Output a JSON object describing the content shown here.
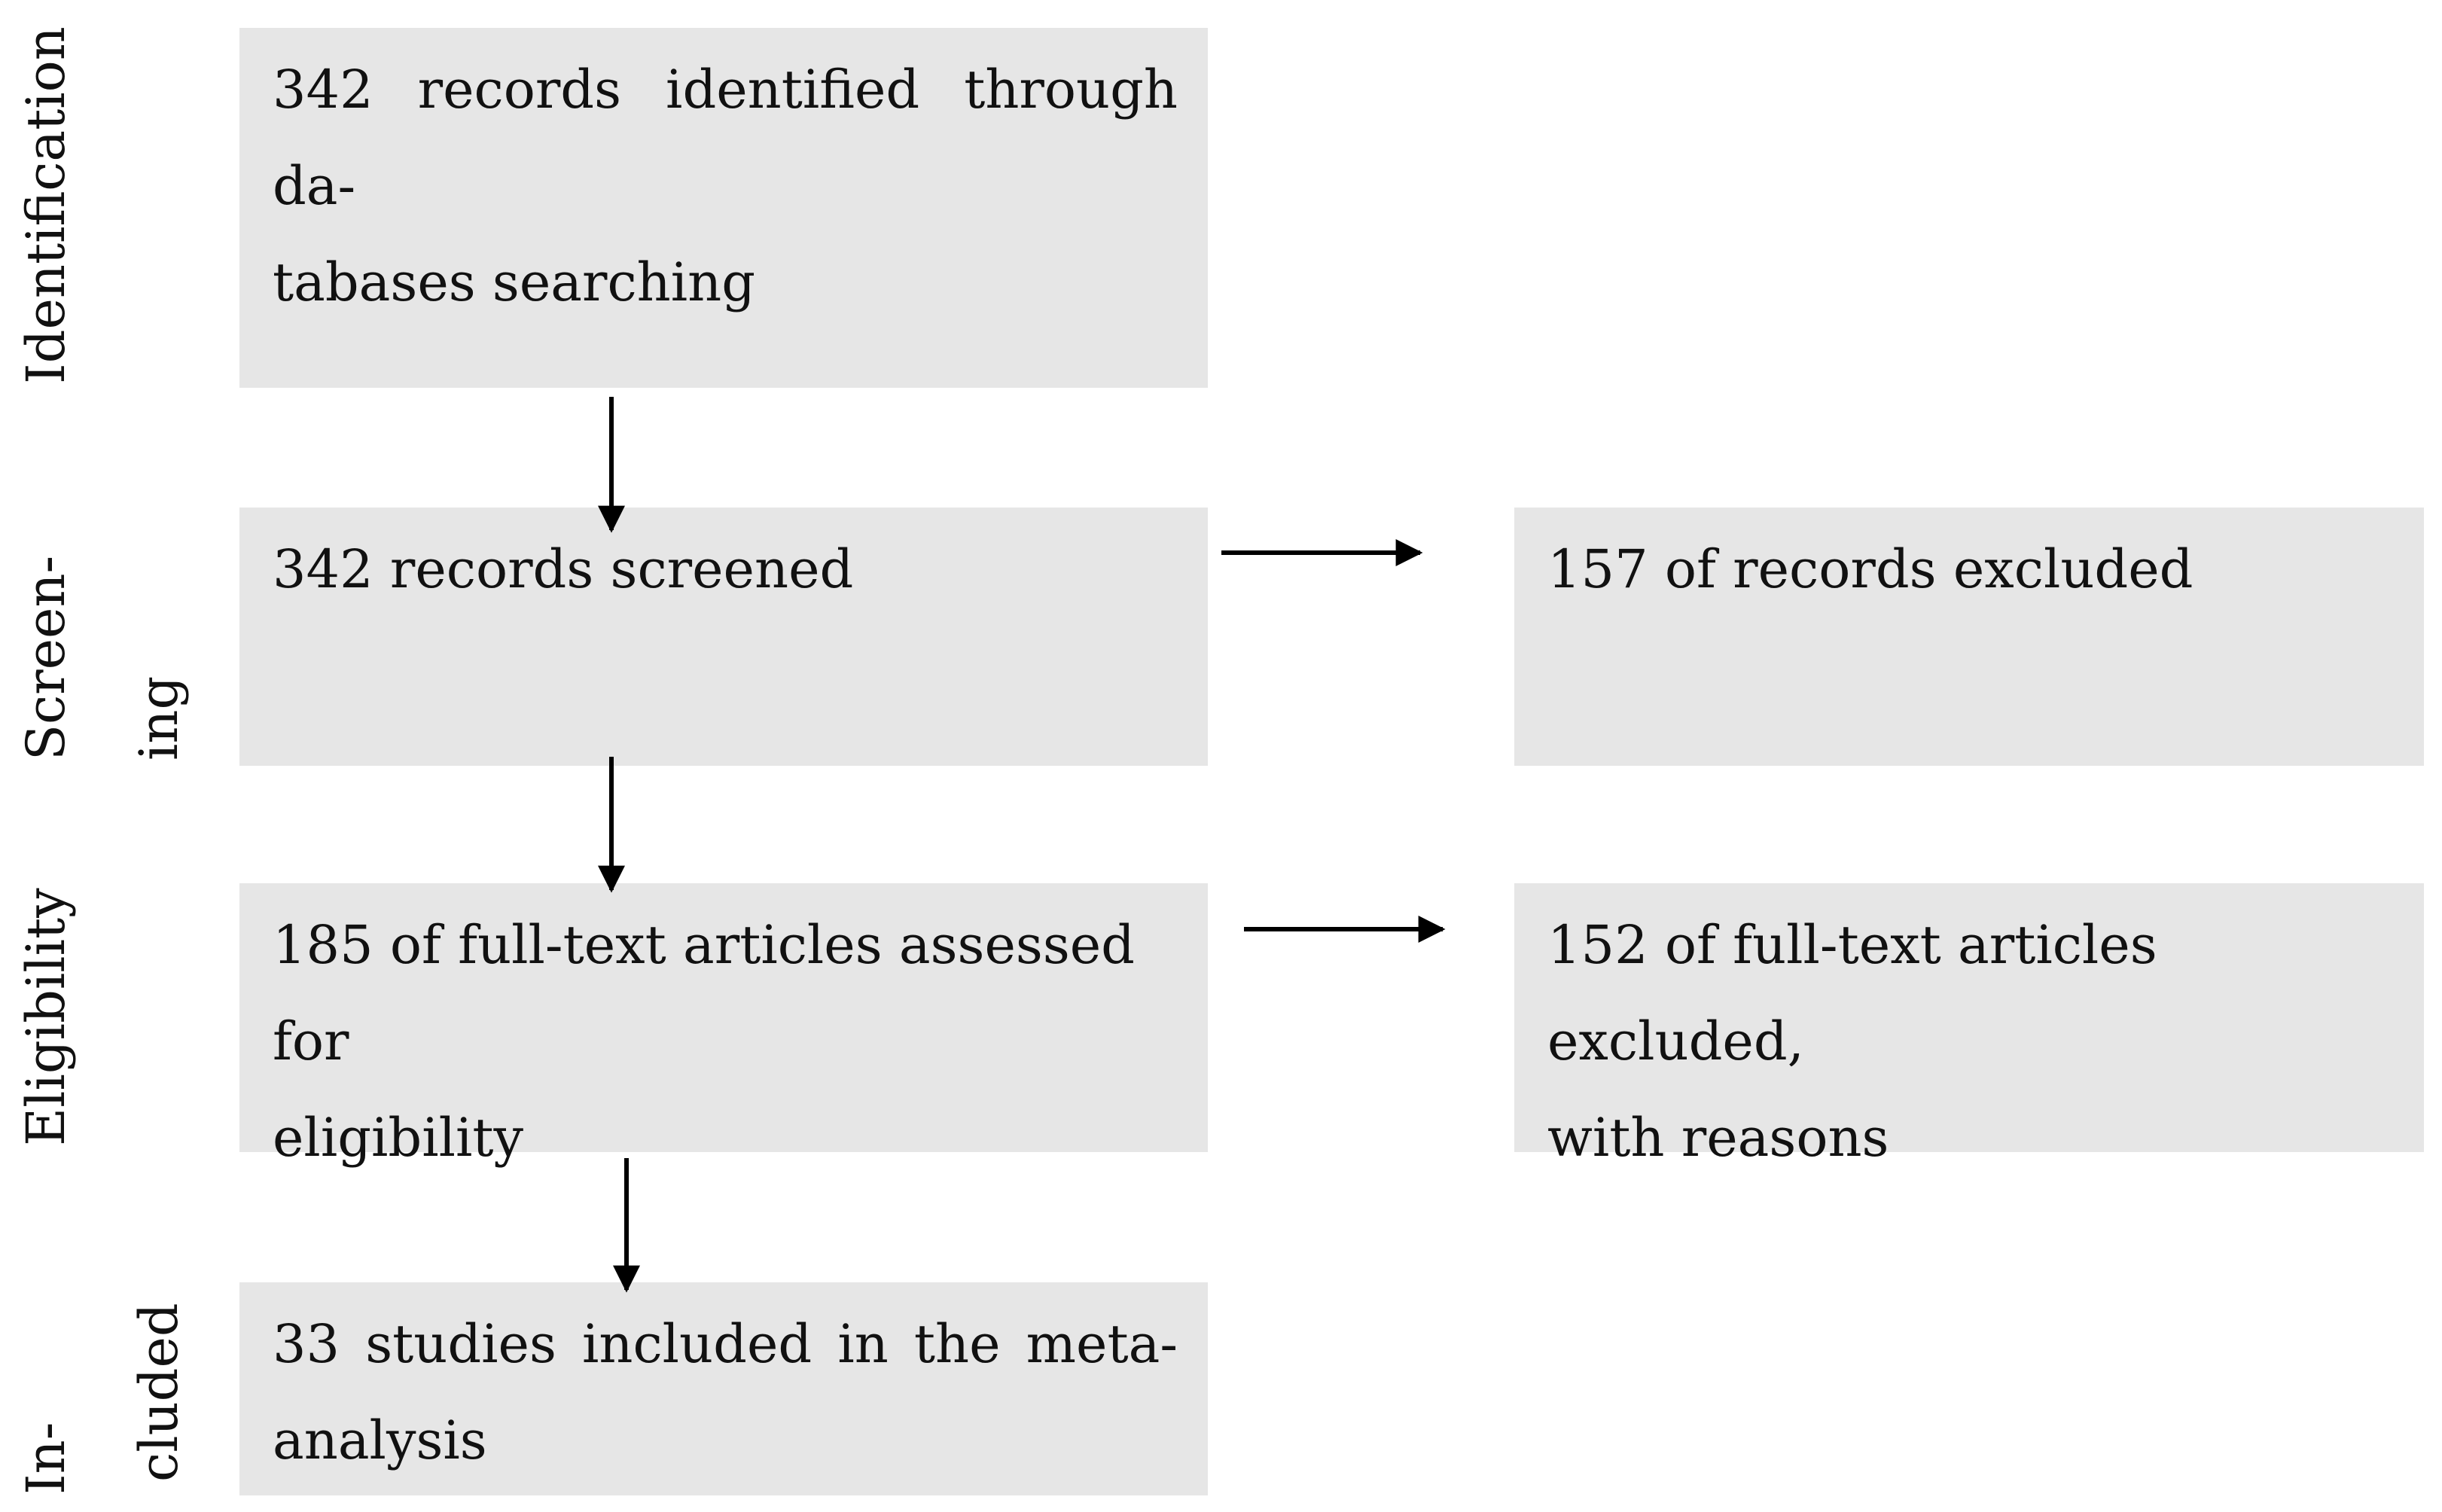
{
  "stages": {
    "identification": "Identification",
    "screening_a": "Screen-",
    "screening_b": "ing",
    "eligibility": "Eligibility",
    "included_a": "In-",
    "included_b": "cluded"
  },
  "boxes": {
    "identified": {
      "line1": "342 records identified through da-",
      "line2": "tabases searching"
    },
    "screened": {
      "line1": "342 records screened"
    },
    "excluded_records": {
      "line1": "157 of records excluded"
    },
    "assessed": {
      "line1": "185 of full-text articles assessed for",
      "line2": "eligibility"
    },
    "excluded_fulltext": {
      "line1": "152 of full-text articles excluded,",
      "line2": "with reasons"
    },
    "included": {
      "line1": "33 studies included in the meta-",
      "line2": "analysis"
    }
  },
  "colors": {
    "box_fill": "#e6e6e6",
    "arrow": "#000000",
    "text": "#111111"
  }
}
